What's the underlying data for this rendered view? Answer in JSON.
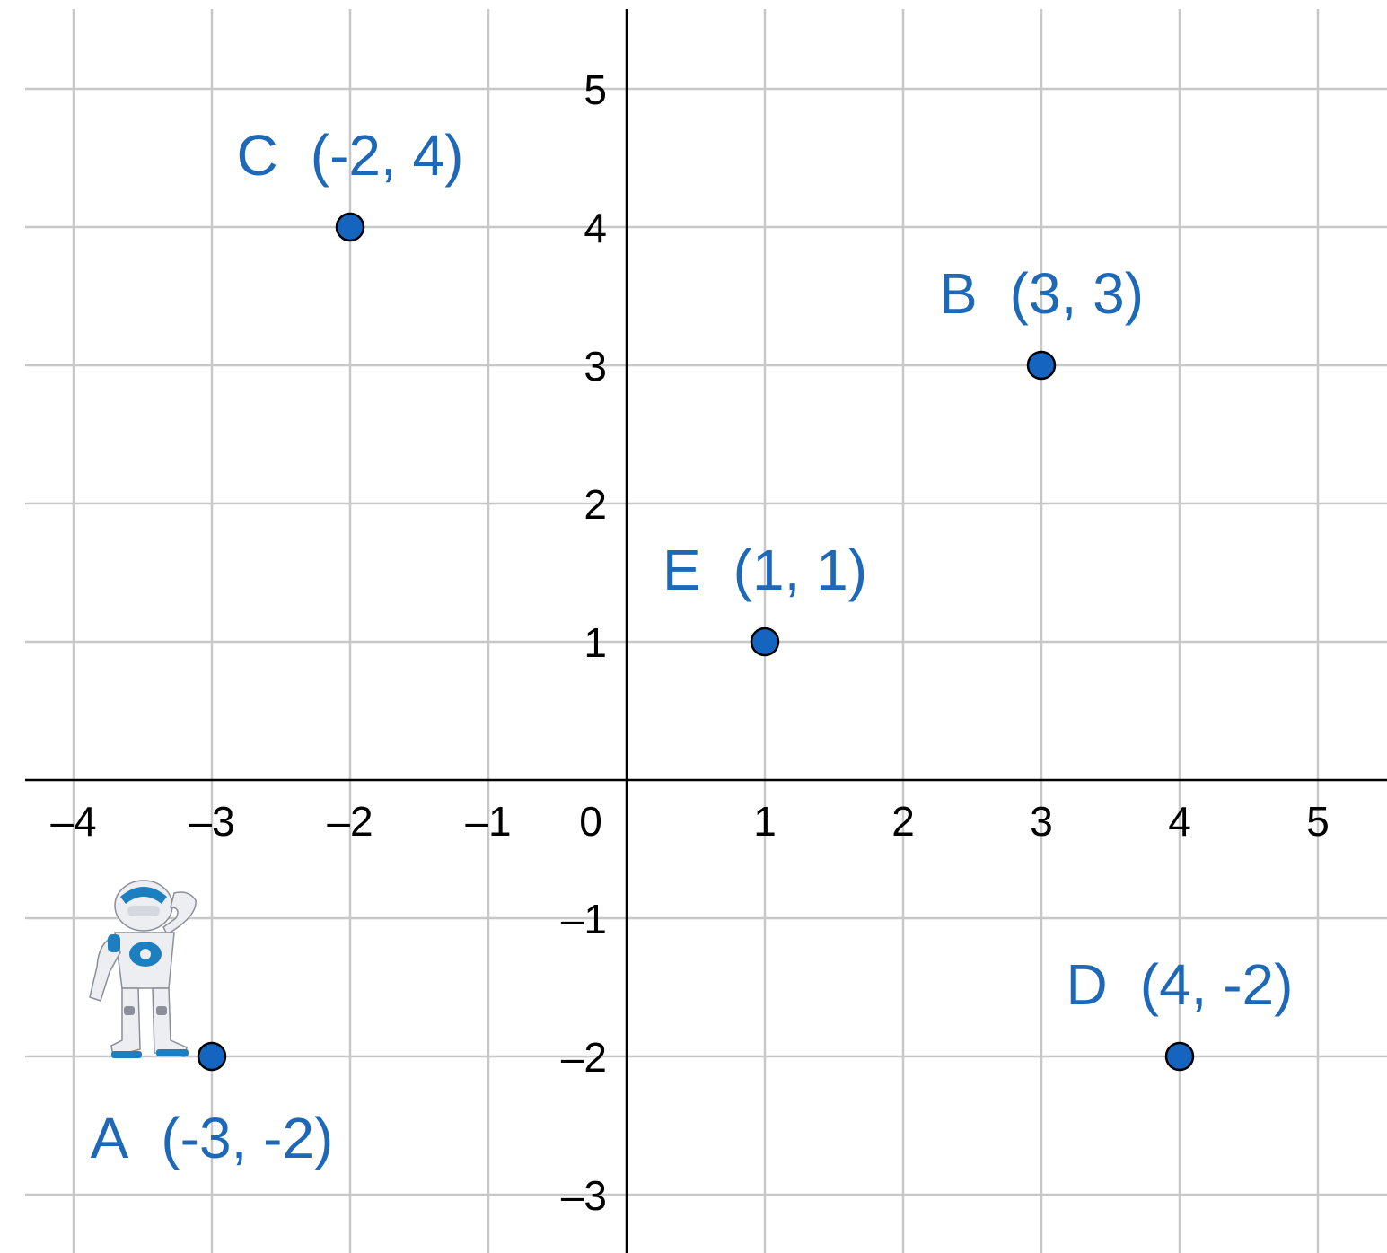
{
  "chart_data": {
    "type": "scatter",
    "title": "",
    "xlabel": "",
    "ylabel": "",
    "xlim": [
      -4.4,
      5.5
    ],
    "ylim": [
      -3.4,
      5.6
    ],
    "grid": true,
    "x_ticks": [
      "–4",
      "–3",
      "–2",
      "–1",
      "0",
      "1",
      "2",
      "3",
      "4",
      "5"
    ],
    "x_tick_values": [
      -4,
      -3,
      -2,
      -1,
      0,
      1,
      2,
      3,
      4,
      5
    ],
    "y_ticks": [
      "5",
      "4",
      "3",
      "2",
      "1",
      "–1",
      "–2",
      "–3"
    ],
    "y_tick_values": [
      5,
      4,
      3,
      2,
      1,
      -1,
      -2,
      -3
    ],
    "points": [
      {
        "name": "C",
        "coords": "(-2, 4)",
        "x": -2,
        "y": 4,
        "label_pos": "above"
      },
      {
        "name": "B",
        "coords": "(3, 3)",
        "x": 3,
        "y": 3,
        "label_pos": "above"
      },
      {
        "name": "E",
        "coords": "(1, 1)",
        "x": 1,
        "y": 1,
        "label_pos": "above"
      },
      {
        "name": "D",
        "coords": "(4, -2)",
        "x": 4,
        "y": -2,
        "label_pos": "above"
      },
      {
        "name": "A",
        "coords": "(-3, -2)",
        "x": -3,
        "y": -2,
        "label_pos": "below"
      }
    ],
    "colors": {
      "point": "#1565c0",
      "label": "#1e68b8",
      "grid": "#c8c8c8",
      "axis": "#000000"
    },
    "decorations": [
      {
        "icon": "robot-figure-icon",
        "near_point": "A"
      }
    ]
  }
}
